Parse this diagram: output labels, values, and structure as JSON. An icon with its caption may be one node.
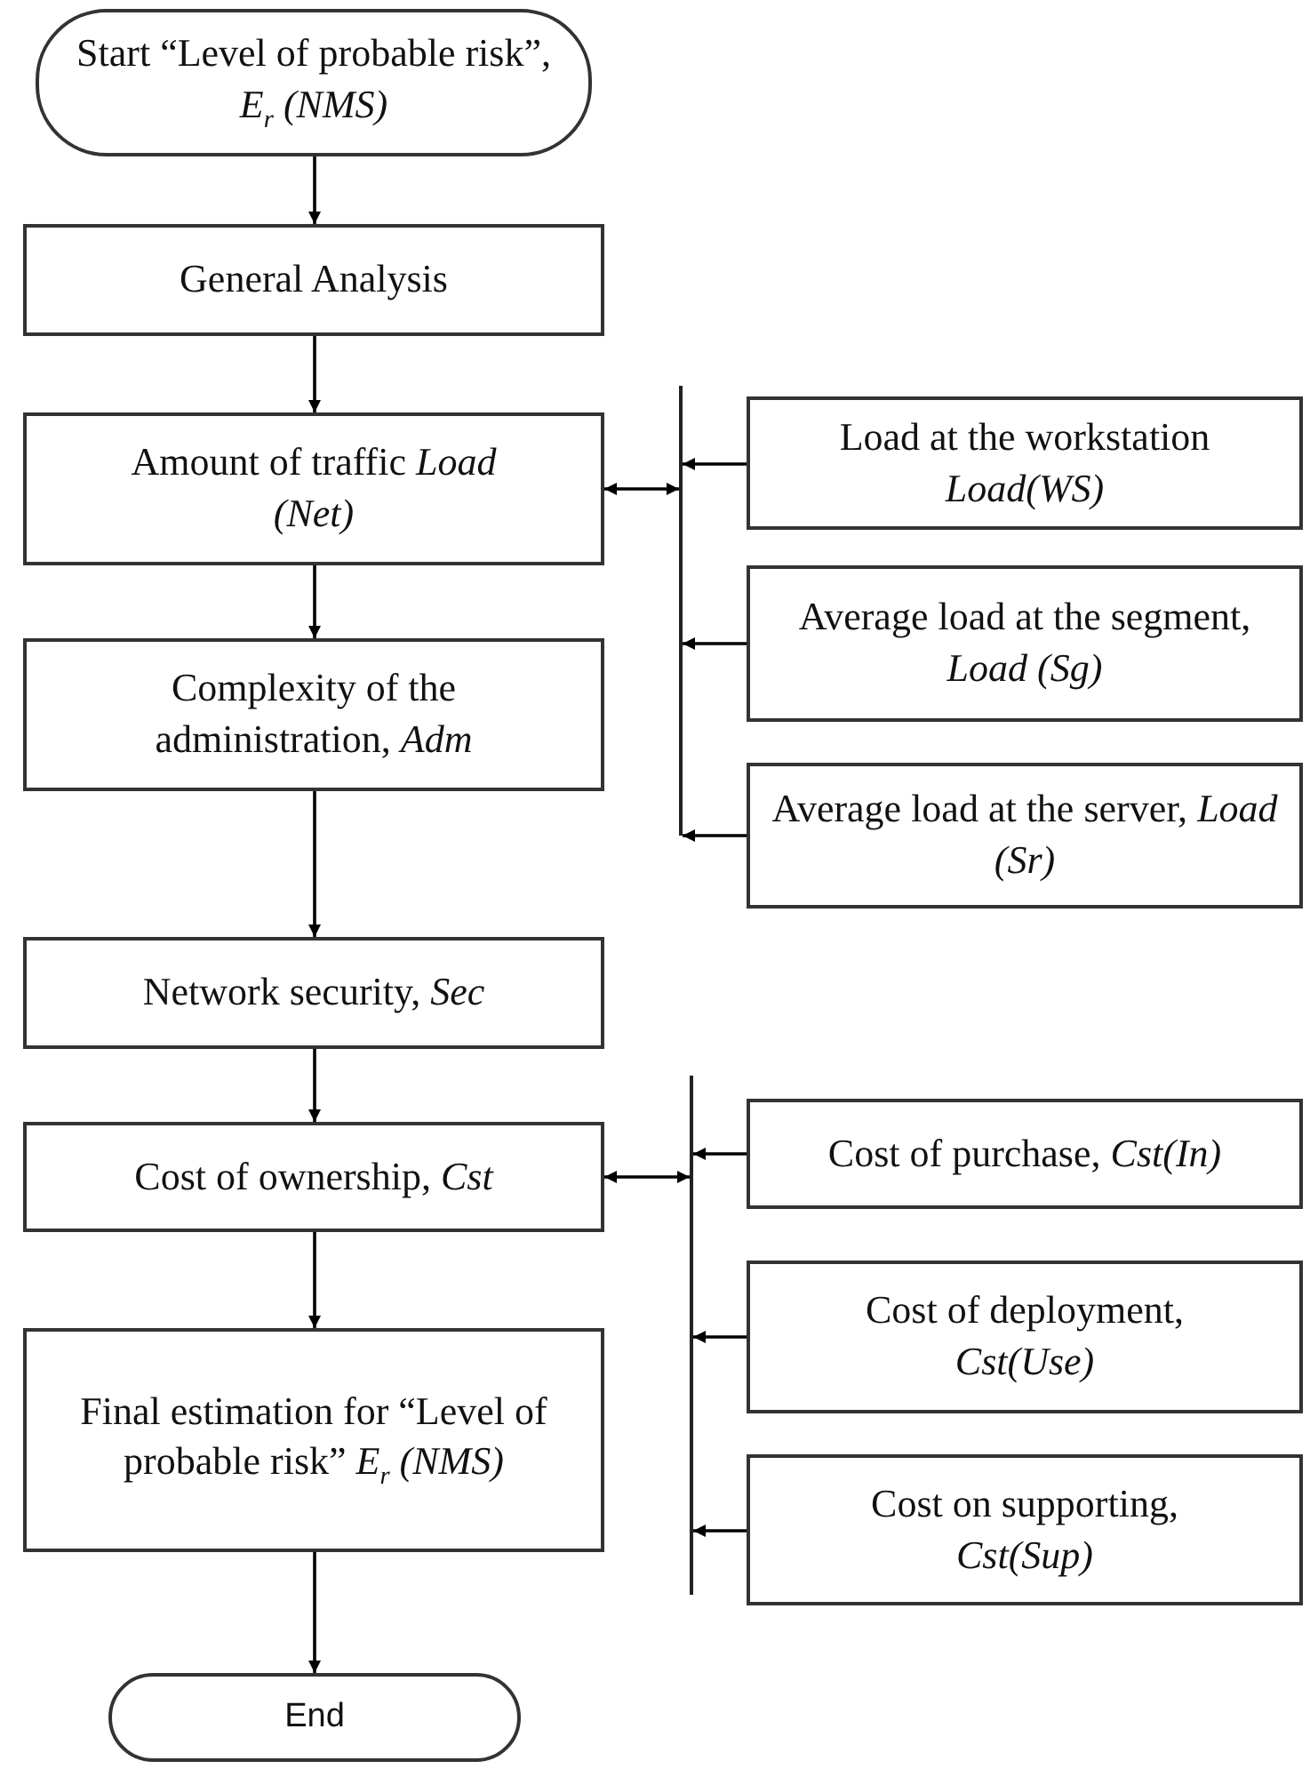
{
  "diagram": {
    "nodes": [
      {
        "text": [
          "Start “Level of probable risk”, *E*$_{r}$ *(NMS)*"
        ]
      },
      {
        "text": [
          "General Analysis"
        ]
      },
      {
        "text": [
          "Amount of traffic *Load (Net)*"
        ]
      },
      {
        "text": [],
        "shape": "bar"
      },
      {
        "text": [
          "Load at the workstation *Load(WS)*"
        ]
      },
      {
        "text": [
          "Average load at the segment, *Load (Sg)*"
        ]
      },
      {
        "text": [
          "Average load at the server, *Load (Sr)*"
        ]
      },
      {
        "text": [
          "Complexity of the administration, *Adm*"
        ]
      },
      {
        "text": [
          "Network security, *Sec*"
        ]
      },
      {
        "text": [
          "Cost of ownership, *Cst*"
        ]
      },
      {
        "text": [],
        "shape": "bar"
      },
      {
        "text": [
          "Cost of purchase, *Cst(In)*"
        ]
      },
      {
        "text": [
          "Cost of deployment, *Cst(Use)*"
        ]
      },
      {
        "text": [
          "Cost on supporting, *Cst(Sup)*"
        ]
      },
      {
        "text": [
          "Final estimation for “Level of probable risk” *E*$_{r}$ *(NMS)*"
        ]
      },
      {
        "text": [
          "End"
        ]
      }
    ],
    "edges": [
      {
        "from": 0,
        "to": 1,
        "arrow": "to"
      },
      {
        "from": 1,
        "to": 2,
        "arrow": "to"
      },
      {
        "from": 2,
        "to": 3,
        "arrow": "both"
      },
      {
        "from": 4,
        "to": 3,
        "arrow": "to"
      },
      {
        "from": 5,
        "to": 3,
        "arrow": "to"
      },
      {
        "from": 6,
        "to": 3,
        "arrow": "to"
      },
      {
        "from": 2,
        "to": 7,
        "arrow": "to"
      },
      {
        "from": 7,
        "to": 8,
        "arrow": "to"
      },
      {
        "from": 8,
        "to": 9,
        "arrow": "to"
      },
      {
        "from": 9,
        "to": 10,
        "arrow": "both"
      },
      {
        "from": 11,
        "to": 10,
        "arrow": "to"
      },
      {
        "from": 12,
        "to": 10,
        "arrow": "to"
      },
      {
        "from": 13,
        "to": 10,
        "arrow": "to"
      },
      {
        "from": 9,
        "to": 14,
        "arrow": "to"
      },
      {
        "from": 14,
        "to": 15,
        "arrow": "to"
      }
    ]
  }
}
